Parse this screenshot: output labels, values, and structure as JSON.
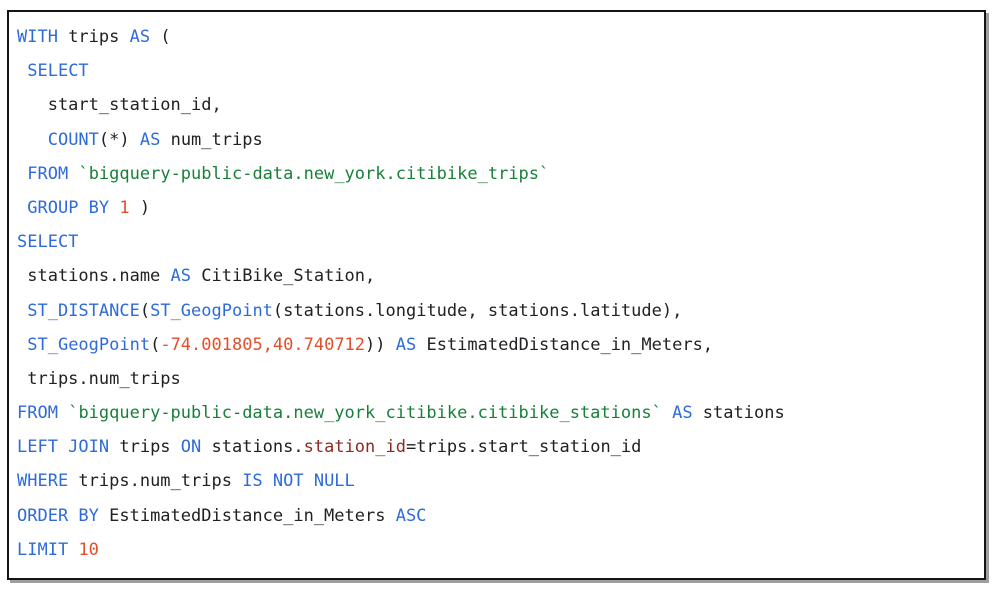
{
  "colors": {
    "keyword": "#2e6bd9",
    "string": "#188038",
    "number": "#e0502c",
    "property": "#8c2a22",
    "text": "#202124",
    "border": "#141414",
    "shadow": "#9e9e9e",
    "background": "#ffffff"
  },
  "code_block": {
    "language": "sql",
    "lines": [
      {
        "tokens": [
          {
            "t": "WITH",
            "c": "kw"
          },
          {
            "t": " trips ",
            "c": "id"
          },
          {
            "t": "AS",
            "c": "kw"
          },
          {
            "t": " (",
            "c": "id"
          }
        ]
      },
      {
        "tokens": [
          {
            "t": " ",
            "c": "id"
          },
          {
            "t": "SELECT",
            "c": "kw"
          }
        ]
      },
      {
        "tokens": [
          {
            "t": "   start_station_id,",
            "c": "id"
          }
        ]
      },
      {
        "tokens": [
          {
            "t": "   ",
            "c": "id"
          },
          {
            "t": "COUNT",
            "c": "kw"
          },
          {
            "t": "(*) ",
            "c": "id"
          },
          {
            "t": "AS",
            "c": "kw"
          },
          {
            "t": " num_trips",
            "c": "id"
          }
        ]
      },
      {
        "tokens": [
          {
            "t": " ",
            "c": "id"
          },
          {
            "t": "FROM",
            "c": "kw"
          },
          {
            "t": " ",
            "c": "id"
          },
          {
            "t": "`bigquery-public-data.new_york.citibike_trips`",
            "c": "str"
          }
        ]
      },
      {
        "tokens": [
          {
            "t": " ",
            "c": "id"
          },
          {
            "t": "GROUP BY",
            "c": "kw"
          },
          {
            "t": " ",
            "c": "id"
          },
          {
            "t": "1",
            "c": "num"
          },
          {
            "t": " )",
            "c": "id"
          }
        ]
      },
      {
        "tokens": [
          {
            "t": "SELECT",
            "c": "kw"
          }
        ]
      },
      {
        "tokens": [
          {
            "t": " stations.name ",
            "c": "id"
          },
          {
            "t": "AS",
            "c": "kw"
          },
          {
            "t": " CitiBike_Station,",
            "c": "id"
          }
        ]
      },
      {
        "tokens": [
          {
            "t": " ",
            "c": "id"
          },
          {
            "t": "ST_DISTANCE",
            "c": "kw"
          },
          {
            "t": "(",
            "c": "id"
          },
          {
            "t": "ST_GeogPoint",
            "c": "kw"
          },
          {
            "t": "(stations.longitude, stations.latitude),",
            "c": "id"
          }
        ]
      },
      {
        "tokens": [
          {
            "t": " ",
            "c": "id"
          },
          {
            "t": "ST_GeogPoint",
            "c": "kw"
          },
          {
            "t": "(",
            "c": "id"
          },
          {
            "t": "-74.001805,40.740712",
            "c": "num"
          },
          {
            "t": ")) ",
            "c": "id"
          },
          {
            "t": "AS",
            "c": "kw"
          },
          {
            "t": " EstimatedDistance_in_Meters,",
            "c": "id"
          }
        ]
      },
      {
        "tokens": [
          {
            "t": " trips.num_trips",
            "c": "id"
          }
        ]
      },
      {
        "tokens": [
          {
            "t": "FROM",
            "c": "kw"
          },
          {
            "t": " ",
            "c": "id"
          },
          {
            "t": "`bigquery-public-data.new_york_citibike.citibike_stations`",
            "c": "str"
          },
          {
            "t": " ",
            "c": "id"
          },
          {
            "t": "AS",
            "c": "kw"
          },
          {
            "t": " stations",
            "c": "id"
          }
        ]
      },
      {
        "tokens": [
          {
            "t": "LEFT JOIN",
            "c": "kw"
          },
          {
            "t": " trips ",
            "c": "id"
          },
          {
            "t": "ON",
            "c": "kw"
          },
          {
            "t": " stations.",
            "c": "id"
          },
          {
            "t": "station_id",
            "c": "prop"
          },
          {
            "t": "=trips.start_station_id",
            "c": "id"
          }
        ]
      },
      {
        "tokens": [
          {
            "t": "WHERE",
            "c": "kw"
          },
          {
            "t": " trips.num_trips ",
            "c": "id"
          },
          {
            "t": "IS NOT NULL",
            "c": "kw"
          }
        ]
      },
      {
        "tokens": [
          {
            "t": "ORDER BY",
            "c": "kw"
          },
          {
            "t": " EstimatedDistance_in_Meters ",
            "c": "id"
          },
          {
            "t": "ASC",
            "c": "kw"
          }
        ]
      },
      {
        "tokens": [
          {
            "t": "LIMIT",
            "c": "kw"
          },
          {
            "t": " ",
            "c": "id"
          },
          {
            "t": "10",
            "c": "num"
          }
        ]
      }
    ]
  }
}
